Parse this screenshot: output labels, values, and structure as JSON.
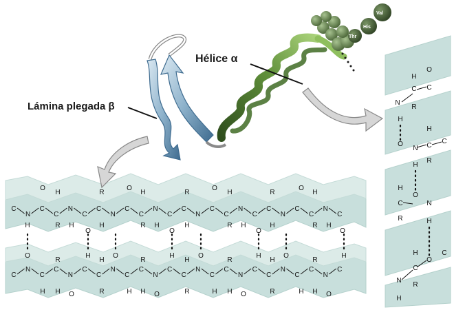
{
  "labels": {
    "helix": "Hélice α",
    "sheet": "Lámina plegada β"
  },
  "residues": [
    "Val",
    "His",
    "Thr"
  ],
  "atoms": {
    "carbon": "C",
    "nitrogen": "N",
    "oxygen": "O",
    "hydrogen": "H",
    "side_chain": "R"
  },
  "colors": {
    "sheet_ribbon": "#c8dfdc",
    "sheet_ribbon_dark": "#a9cbc6",
    "helix_ribbon_light": "#8fbf5e",
    "helix_ribbon_dark": "#2f4e1d",
    "strand_arrow": "#5b86a8",
    "strand_arrow_light": "#bcd6e6",
    "bead": "#6f8f5a",
    "bead_dark": "#445c35",
    "pointer_arrow": "#d6d6d6"
  },
  "icons": [
    "pointer-arrow-icon"
  ]
}
